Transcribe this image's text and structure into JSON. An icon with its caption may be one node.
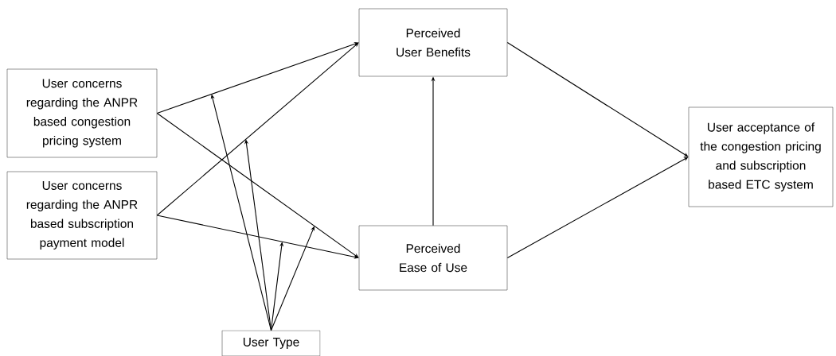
{
  "diagram": {
    "nodes": [
      {
        "text": [
          "User concerns regarding the ANPR based congestion pricing system"
        ]
      },
      {
        "text": [
          "User concerns regarding the ANPR based subscription payment model"
        ]
      },
      {
        "text": [
          "Perceived User Benefits"
        ]
      },
      {
        "text": [
          "Perceived Ease of Use"
        ]
      },
      {
        "text": [
          "User acceptance of the congestion pricing and subscription based ETC system"
        ]
      },
      {
        "text": [
          "User Type"
        ]
      }
    ],
    "edges": [
      {
        "from": 0,
        "to": 2,
        "arrow": "to"
      },
      {
        "from": 0,
        "to": 3,
        "arrow": "to"
      },
      {
        "from": 1,
        "to": 2,
        "arrow": "to"
      },
      {
        "from": 1,
        "to": 3,
        "arrow": "to"
      },
      {
        "from": 3,
        "to": 2,
        "arrow": "to"
      },
      {
        "from": 2,
        "to": 4,
        "arrow": "to"
      },
      {
        "from": 3,
        "to": 4,
        "arrow": "to"
      },
      {
        "from": 5,
        "to": null,
        "arrow": "to"
      },
      {
        "from": 5,
        "to": null,
        "arrow": "to"
      },
      {
        "from": 5,
        "to": null,
        "arrow": "to"
      },
      {
        "from": 5,
        "to": null,
        "arrow": "to"
      }
    ]
  }
}
